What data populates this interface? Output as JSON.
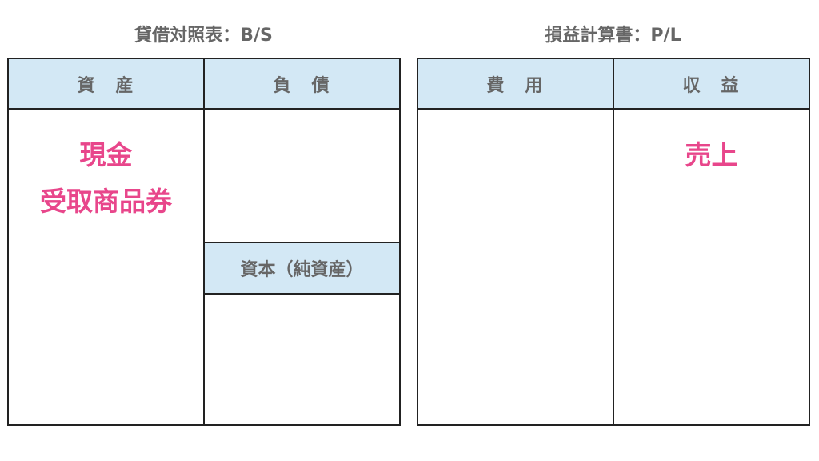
{
  "balance_sheet": {
    "title": "貸借対照表：B/S",
    "assets_header": "資　産",
    "liabilities_header": "負　債",
    "equity_header": "資本（純資産）",
    "assets_items": [
      "現金",
      "受取商品券"
    ]
  },
  "income_statement": {
    "title": "損益計算書：P/L",
    "expenses_header": "費　用",
    "revenue_header": "収　益",
    "revenue_items": [
      "売上"
    ]
  },
  "colors": {
    "header_fill": "#d3e8f5",
    "highlight": "#e8468b",
    "text": "#666666"
  }
}
